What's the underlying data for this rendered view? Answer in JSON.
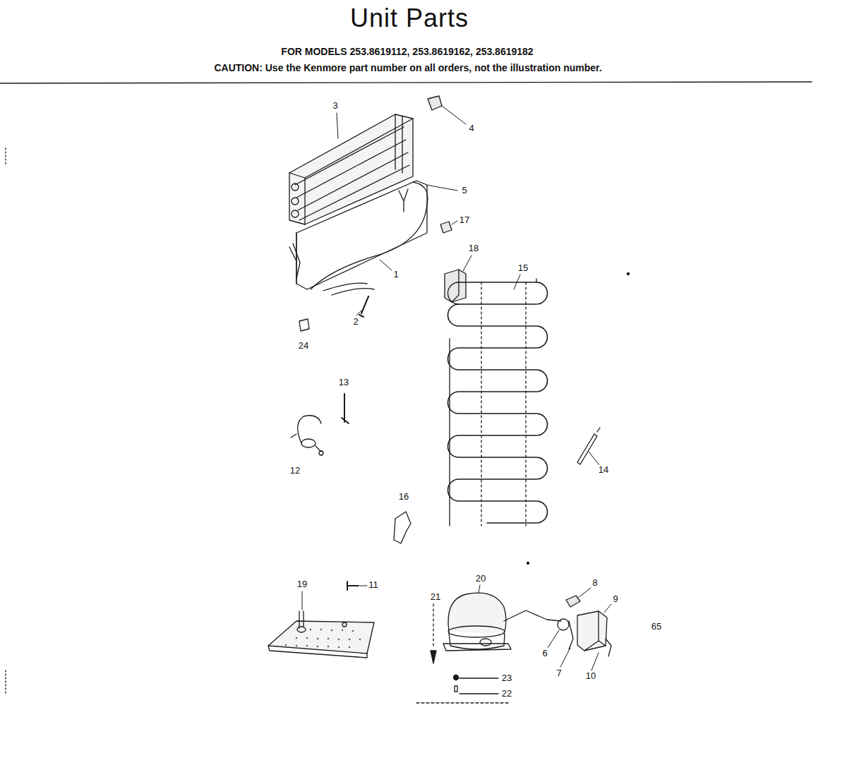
{
  "diagram": {
    "title": "Unit Parts",
    "labels": [
      "FOR MODELS 253.8619112, 253.8619162, 253.8619182",
      "CAUTION: Use the Kenmore part number on all orders, not the illustration number.",
      "3",
      "4",
      "5",
      "17",
      "18",
      "15",
      "1",
      "2",
      "24",
      "13",
      "12",
      "14",
      "16",
      "20",
      "19",
      "11",
      "8",
      "21",
      "9",
      "65",
      "6",
      "7",
      "10",
      "23",
      "22"
    ]
  }
}
